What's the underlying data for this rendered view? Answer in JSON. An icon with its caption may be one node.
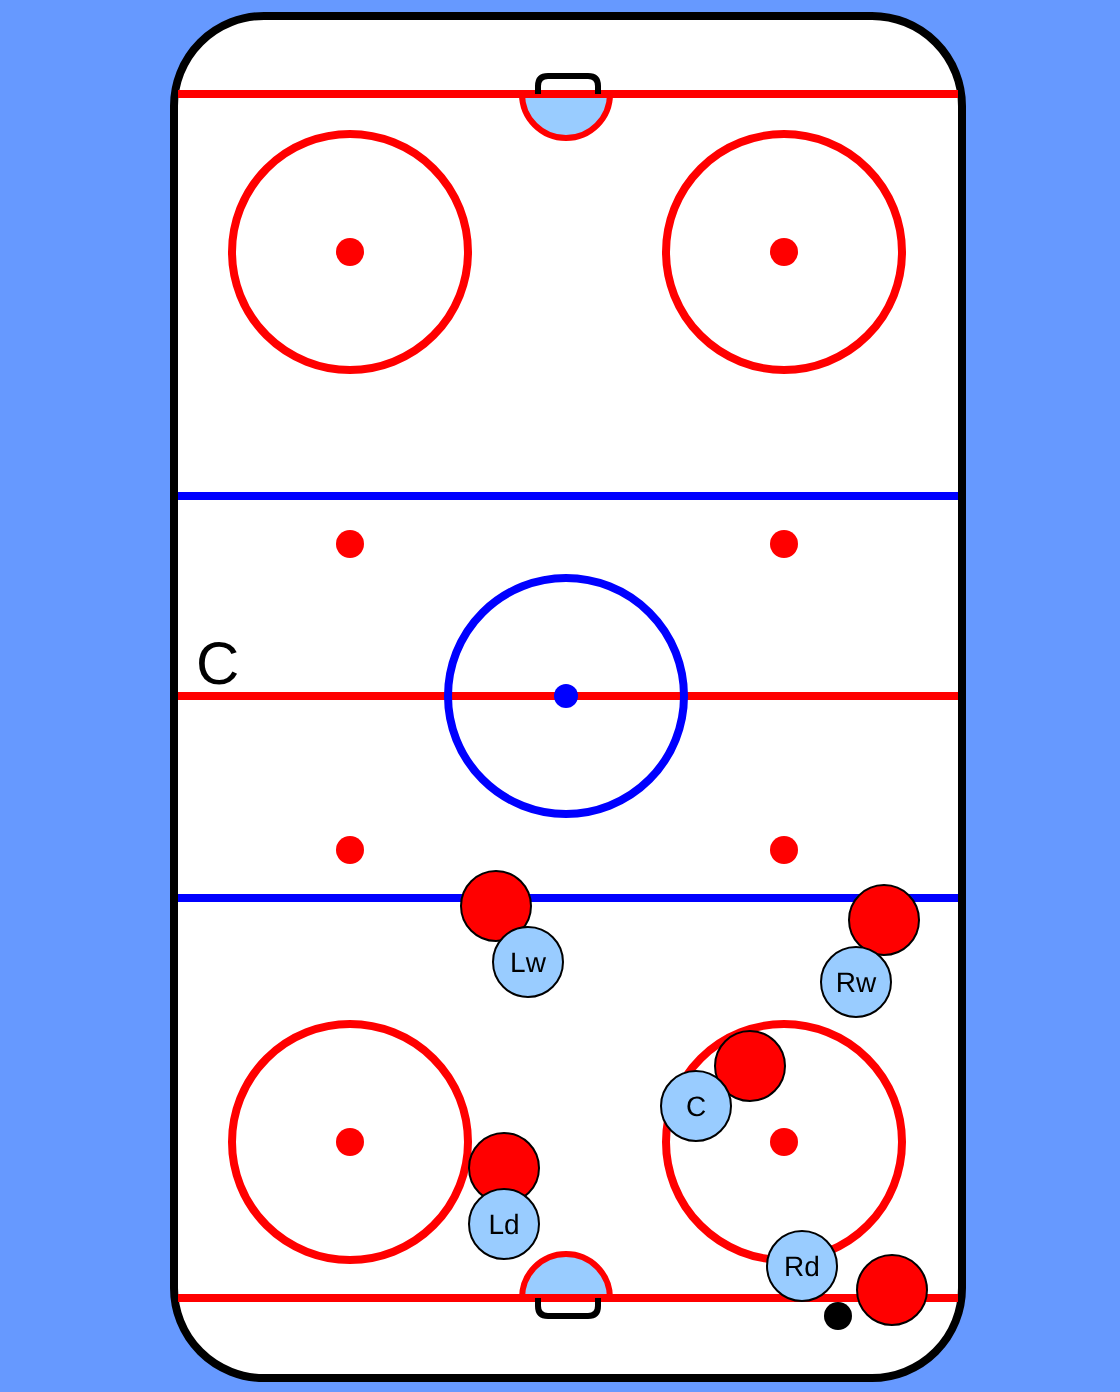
{
  "diagram": {
    "nodes": [
      {
        "text": [],
        "shape": "circle"
      },
      {
        "text": [],
        "shape": "circle"
      },
      {
        "text": [
          "Lw"
        ]
      },
      {
        "text": [
          "Rw"
        ]
      },
      {
        "text": [],
        "shape": "circle"
      },
      {
        "text": [
          "C"
        ]
      },
      {
        "text": [],
        "shape": "circle"
      },
      {
        "text": [
          "Ld"
        ]
      },
      {
        "text": [
          "Rd"
        ]
      },
      {
        "text": [],
        "shape": "circle"
      }
    ],
    "labels": [
      "C"
    ]
  }
}
